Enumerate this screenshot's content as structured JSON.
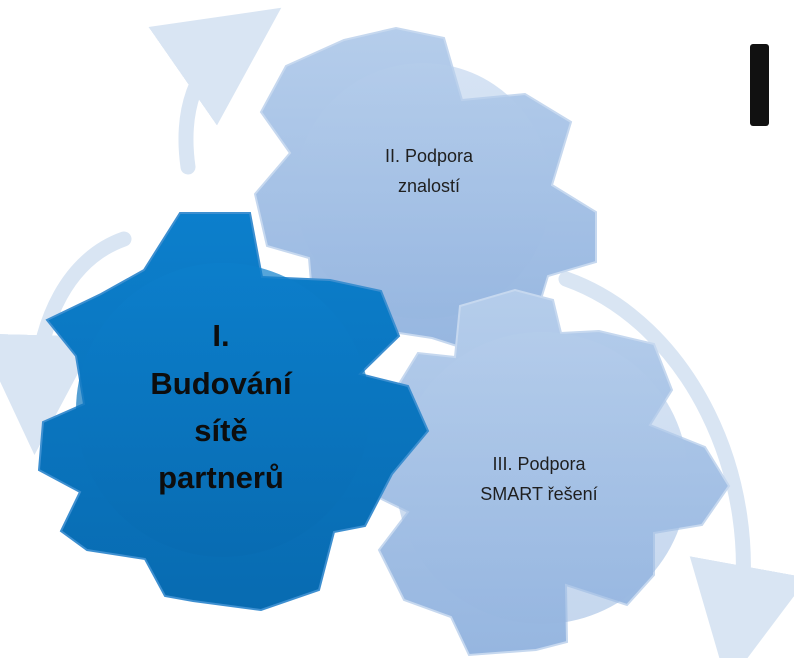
{
  "gears": [
    {
      "id": "gear-1",
      "lines": [
        "I.",
        "Budování",
        "sítě",
        "partnerů"
      ],
      "fill": "#0a77c2",
      "stroke": "#3d8fd0",
      "emphasis": "bold"
    },
    {
      "id": "gear-2",
      "lines": [
        "II. Podpora",
        "znalostí"
      ],
      "fill": "#a7c3e6",
      "stroke": "#c6d8ef",
      "emphasis": "normal"
    },
    {
      "id": "gear-3",
      "lines": [
        "III. Podpora",
        "SMART řešení"
      ],
      "fill": "#a7c3e6",
      "stroke": "#c6d8ef",
      "emphasis": "normal"
    }
  ],
  "arrow_color": "#d9e5f3"
}
